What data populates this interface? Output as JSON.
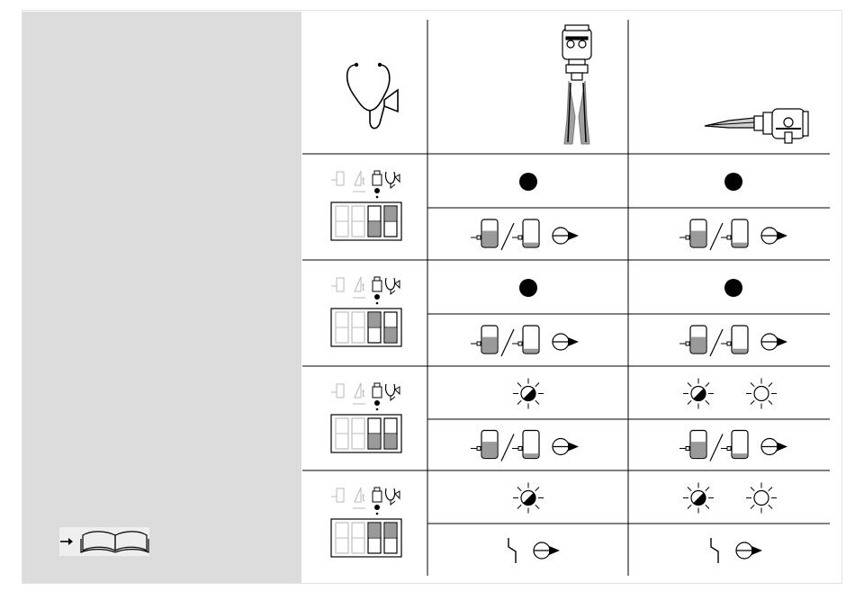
{
  "document": {
    "layout": "product-manual-diagram-table",
    "columns": [
      "mode-switch-settings",
      "vibration-fork-sensor-vertical",
      "vibration-fork-sensor-horizontal"
    ],
    "rows": [
      {
        "switches": [
          "off",
          "off",
          "down",
          "up"
        ],
        "mode_vertical": "red-led-on",
        "mode_horizontal": "red-led-on",
        "tank_vertical": [
          "covered",
          "free",
          "signal-on"
        ],
        "tank_horizontal": [
          "covered",
          "free",
          "signal-on"
        ]
      },
      {
        "switches": [
          "off",
          "off",
          "up",
          "down"
        ],
        "mode_vertical": "red-led-on",
        "mode_horizontal": "red-led-on",
        "tank_vertical": [
          "covered",
          "free",
          "signal-on"
        ],
        "tank_horizontal": [
          "covered",
          "free",
          "signal-on"
        ]
      },
      {
        "switches": [
          "off",
          "off",
          "down",
          "down"
        ],
        "mode_vertical": "led-half",
        "mode_horizontal": "led-half-and-lit",
        "tank_vertical": [
          "covered",
          "free",
          "signal-on"
        ],
        "tank_horizontal": [
          "covered",
          "free",
          "signal-on"
        ]
      },
      {
        "switches": [
          "off",
          "off",
          "up",
          "up"
        ],
        "mode_vertical": "led-half",
        "mode_horizontal": "led-half-and-lit",
        "tank_vertical": [
          "fault",
          "signal-on"
        ],
        "tank_horizontal": [
          "fault",
          "signal-on"
        ]
      }
    ],
    "icons": {
      "header": "stethoscope-icon",
      "reference": "open-book-icon",
      "arrow": "arrow-right-icon",
      "led_on": "led-on-icon",
      "led_half": "led-half-icon",
      "led_lit": "led-lit-icon",
      "tank_covered": "tank-covered-icon",
      "tank_free": "tank-free-icon",
      "signal": "signal-output-icon",
      "fault": "fault-signal-icon"
    },
    "colors": {
      "sidebar": "#dcdcdc",
      "line": "#000000",
      "fill": "#9a9a9a",
      "led": "#000000",
      "light_gray": "#bdbdbd"
    }
  }
}
